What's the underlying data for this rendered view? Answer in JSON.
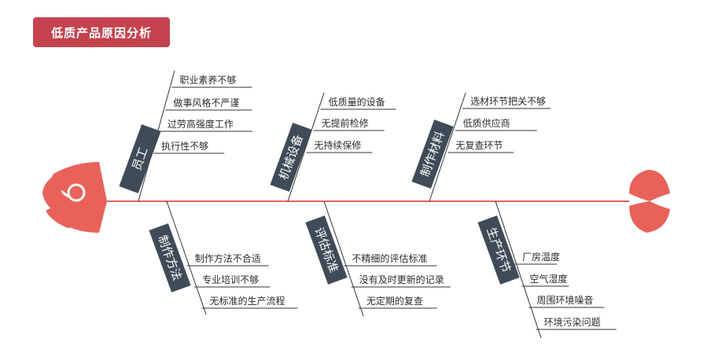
{
  "title": "低质产品原因分析",
  "colors": {
    "accent": "#e8625a",
    "title_bg": "#c4434f",
    "category_bg": "#3f4b57",
    "line": "#333333"
  },
  "categories": [
    {
      "label": "员工",
      "position": "top",
      "causes": [
        "职业素养不够",
        "做事风格不严谨",
        "过劳高强度工作",
        "执行性不够"
      ]
    },
    {
      "label": "机械设备",
      "position": "top",
      "causes": [
        "低质量的设备",
        "无提前检修",
        "无持续保修"
      ]
    },
    {
      "label": "制作材料",
      "position": "top",
      "causes": [
        "选材环节把关不够",
        "低质供应商",
        "无复查环节"
      ]
    },
    {
      "label": "制作方法",
      "position": "bottom",
      "causes": [
        "制作方法不合适",
        "专业培训不够",
        "无标准的生产流程"
      ]
    },
    {
      "label": "评估标准",
      "position": "bottom",
      "causes": [
        "不精细的评估标准",
        "没有及时更新的记录",
        "无定期的复查"
      ]
    },
    {
      "label": "生产环节",
      "position": "bottom",
      "causes": [
        "厂房温度",
        "空气湿度",
        "周围环境噪音",
        "环境污染问题"
      ]
    }
  ]
}
